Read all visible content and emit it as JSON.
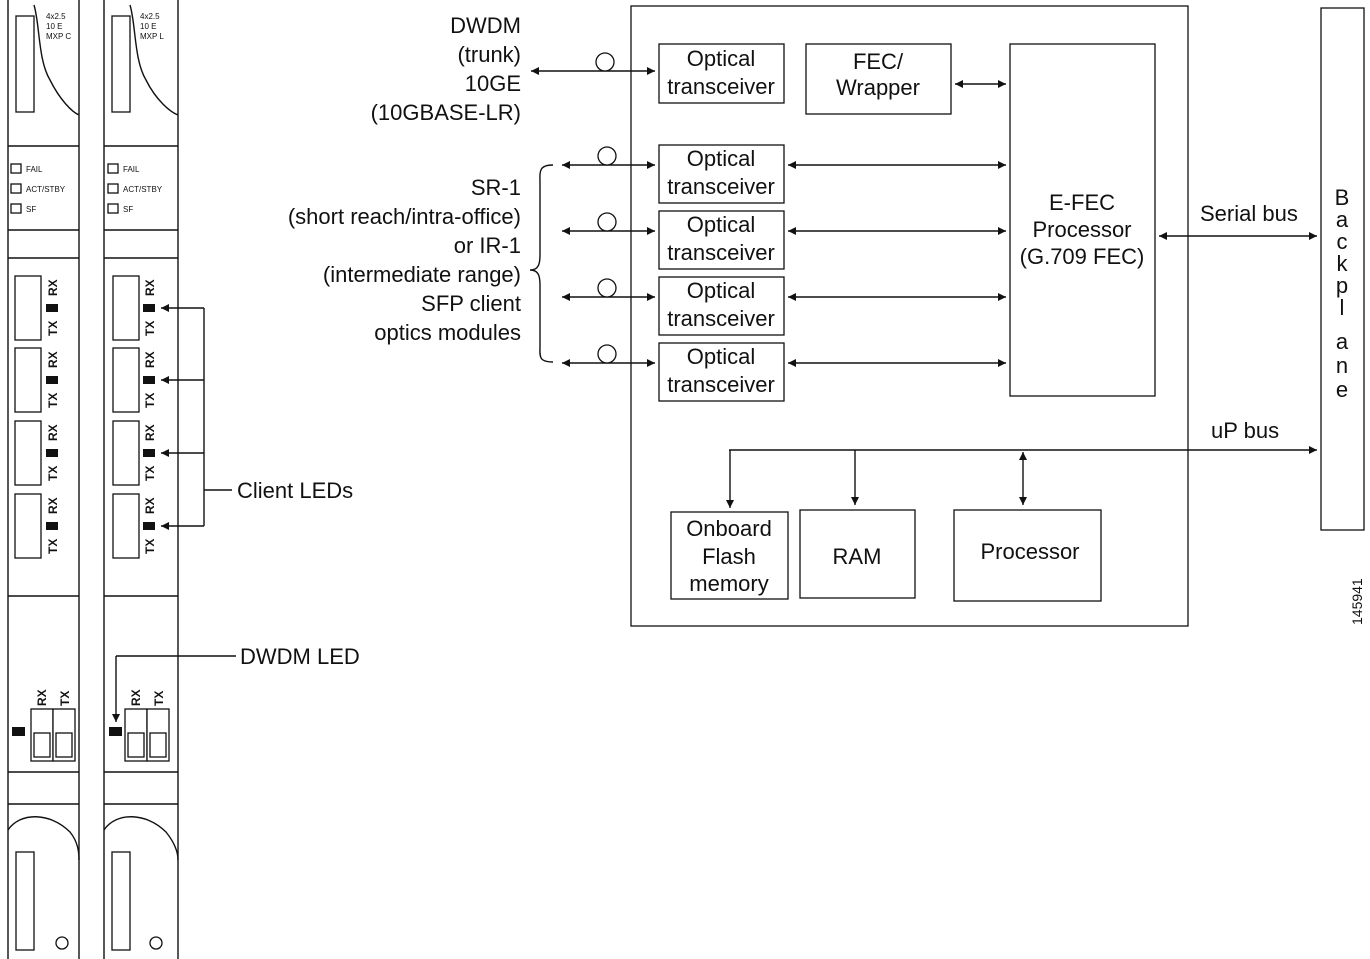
{
  "cards": [
    {
      "label_lines": [
        "4x2.5",
        "10 E",
        "MXP C"
      ]
    },
    {
      "label_lines": [
        "4x2.5",
        "10 E",
        "MXP L"
      ]
    }
  ],
  "status_leds": [
    "FAIL",
    "ACT/STBY",
    "SF"
  ],
  "port_labels": {
    "rx": "RX",
    "tx": "TX"
  },
  "callouts": {
    "client_leds": "Client LEDs",
    "dwdm_led": "DWDM LED"
  },
  "trunk_label": [
    "DWDM",
    "(trunk)",
    "10GE",
    "(10GBASE-LR)"
  ],
  "client_label": [
    "SR-1",
    "(short reach/intra-office)",
    "or IR-1",
    "(intermediate range)",
    "SFP client",
    "optics modules"
  ],
  "blocks": {
    "trunk_transceiver": [
      "Optical",
      "transceiver"
    ],
    "fec_wrapper": [
      "FEC/",
      "Wrapper"
    ],
    "client_transceivers": [
      [
        "Optical",
        "transceiver"
      ],
      [
        "Optical",
        "transceiver"
      ],
      [
        "Optical",
        "transceiver"
      ],
      [
        "Optical",
        "transceiver"
      ]
    ],
    "efec": [
      "E-FEC",
      "Processor",
      "(G.709 FEC)"
    ],
    "flash": [
      "Onboard",
      "Flash",
      "memory"
    ],
    "ram": "RAM",
    "processor": "Processor"
  },
  "serial_bus": "Serial bus",
  "up_bus": "uP bus",
  "backplane": [
    "B",
    "a",
    "c",
    "k",
    "p",
    "l",
    "a",
    "n",
    "e"
  ],
  "figure_id": "145941"
}
